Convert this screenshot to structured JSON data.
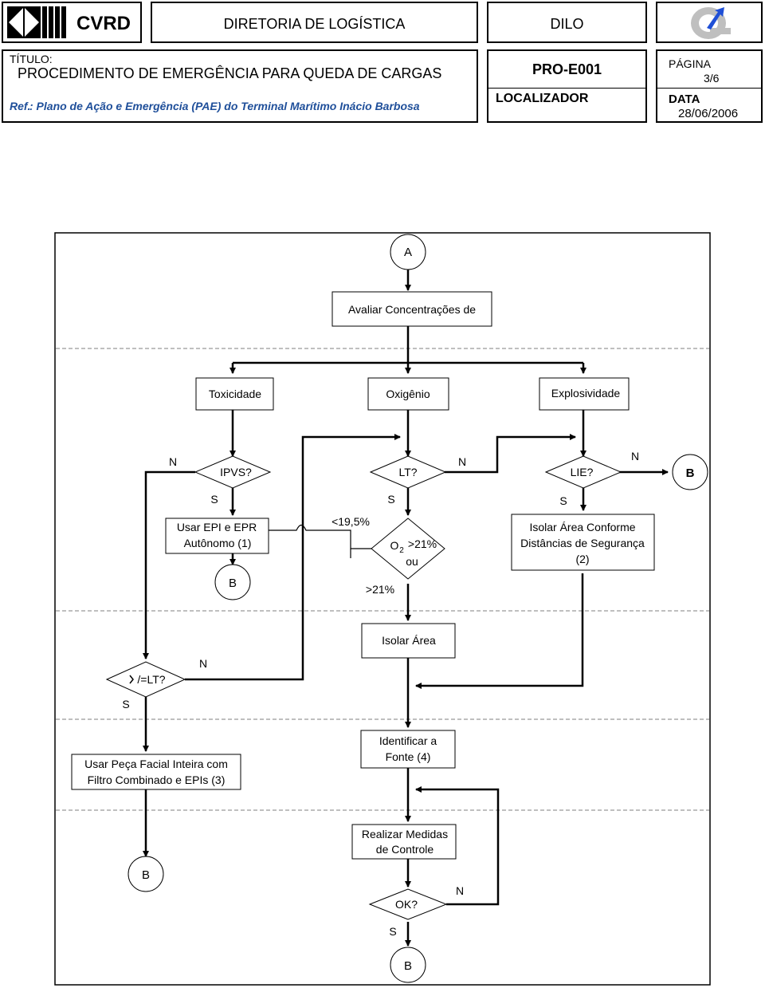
{
  "header": {
    "company": "CVRD",
    "directorate": "DIRETORIA DE LOGÍSTICA",
    "unit": "DILO",
    "title_label": "TÍTULO:",
    "title": "PROCEDIMENTO DE EMERGÊNCIA PARA QUEDA DE CARGAS",
    "ref_prefix": "Ref.",
    "ref": ": Plano de Ação e Emergência (PAE) do Terminal Marítimo Inácio Barbosa",
    "code": "PRO-E001",
    "locator_label": "LOCALIZADOR",
    "page_label": "PÁGINA",
    "page_value": "3/6",
    "date_label": "DATA",
    "date_value": "28/06/2006"
  },
  "flow": {
    "start": "A",
    "evaluate": "Avaliar Concentrações de",
    "toxicity": "Toxicidade",
    "oxygen": "Oxigênio",
    "explosivity": "Explosividade",
    "ipvs": "IPVS?",
    "lt": "LT?",
    "lie": "LIE?",
    "n1": "N",
    "n2": "N",
    "n3": "N",
    "n4": "N",
    "n5": "N",
    "s1": "S",
    "s2": "S",
    "s3": "S",
    "s4": "S",
    "s5": "S",
    "b_right": "B",
    "b_ipvs": "B",
    "b_left": "B",
    "b_end": "B",
    "epr_line1": "Usar EPI e   EPR",
    "epr_line2": "Autônomo (1)",
    "o2_low": "<19,5%",
    "o2_label": "O",
    "o2_sub": "2",
    "o2_high": ">21%",
    "o2_or": "ou",
    "o2_high2": ">21%",
    "isolate_line1": "Isolar Área Conforme",
    "isolate_line2": "Distâncias de Segurança",
    "isolate_line3": "(2)",
    "isolate_area": "Isolar Área",
    "gte_lt": "/=LT?",
    "mask_line1": "Usar Peça Facial Inteira com",
    "mask_line2": "Filtro Combinado e EPIs (3)",
    "identify_line1": "Identificar a",
    "identify_line2": "Fonte (4)",
    "control_line1": "Realizar Medidas",
    "control_line2": "de Controle",
    "ok": "OK?"
  }
}
